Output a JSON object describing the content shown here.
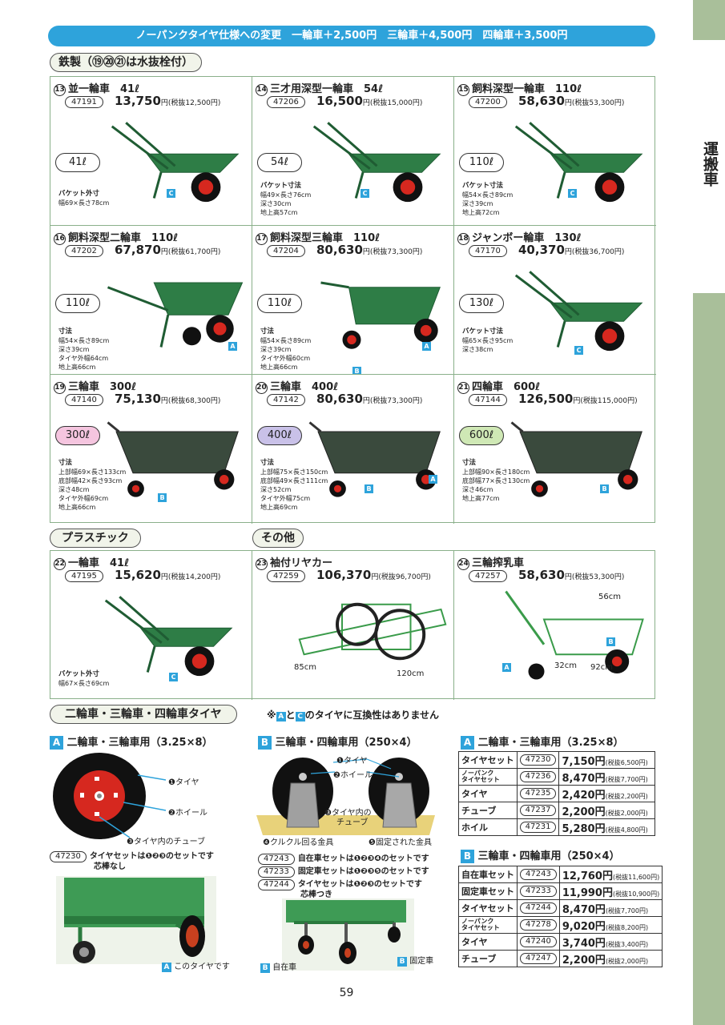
{
  "side": {
    "label": "運搬車"
  },
  "banner": "ノーパンクタイヤ仕様への変更　一輪車＋2,500円　三輪車＋4,500円　四輪車＋3,500円",
  "sections": {
    "steel": "鉄製（⑲⑳㉑は水抜栓付）",
    "plastic": "プラスチック",
    "other": "その他"
  },
  "products": [
    {
      "num": "13",
      "name": "並一輪車　41ℓ",
      "code": "47191",
      "price": "13,750",
      "tax": "(税抜12,500円)",
      "cap": "41ℓ",
      "dims_title": "バケット外寸",
      "dims": [
        "幅69×長さ78cm"
      ],
      "tags": [
        "C"
      ]
    },
    {
      "num": "14",
      "name": "三才用深型一輪車　54ℓ",
      "code": "47206",
      "price": "16,500",
      "tax": "(税抜15,000円)",
      "cap": "54ℓ",
      "dims_title": "バケット寸法",
      "dims": [
        "幅49×長さ76cm",
        "深さ30cm",
        "地上高57cm"
      ],
      "tags": [
        "C"
      ]
    },
    {
      "num": "15",
      "name": "飼料深型一輪車　110ℓ",
      "code": "47200",
      "price": "58,630",
      "tax": "(税抜53,300円)",
      "cap": "110ℓ",
      "dims_title": "バケット寸法",
      "dims": [
        "幅54×長さ89cm",
        "深さ39cm",
        "地上高72cm"
      ],
      "tags": [
        "C"
      ]
    },
    {
      "num": "16",
      "name": "飼料深型二輪車　110ℓ",
      "code": "47202",
      "price": "67,870",
      "tax": "(税抜61,700円)",
      "cap": "110ℓ",
      "dims_title": "寸法",
      "dims": [
        "幅54×長さ89cm",
        "深さ39cm",
        "タイヤ外幅64cm",
        "地上高66cm"
      ],
      "tags": [
        "A"
      ]
    },
    {
      "num": "17",
      "name": "飼料深型三輪車　110ℓ",
      "code": "47204",
      "price": "80,630",
      "tax": "(税抜73,300円)",
      "cap": "110ℓ",
      "dims_title": "寸法",
      "dims": [
        "幅54×長さ89cm",
        "深さ39cm",
        "タイヤ外幅60cm",
        "地上高66cm"
      ],
      "tags": [
        "A",
        "B"
      ]
    },
    {
      "num": "18",
      "name": "ジャンボー輪車　130ℓ",
      "code": "47170",
      "price": "40,370",
      "tax": "(税抜36,700円)",
      "cap": "130ℓ",
      "dims_title": "バケット寸法",
      "dims": [
        "幅65×長さ95cm",
        "深さ38cm"
      ],
      "tags": [
        "C"
      ]
    },
    {
      "num": "19",
      "name": "三輪車　300ℓ",
      "code": "47140",
      "price": "75,130",
      "tax": "(税抜68,300円)",
      "cap": "300ℓ",
      "dims_title": "寸法",
      "dims": [
        "上部幅69×長さ133cm",
        "底部幅42×長さ93cm",
        "深さ48cm",
        "タイヤ外幅69cm",
        "地上高66cm"
      ],
      "tags": [
        "B"
      ]
    },
    {
      "num": "20",
      "name": "三輪車　400ℓ",
      "code": "47142",
      "price": "80,630",
      "tax": "(税抜73,300円)",
      "cap": "400ℓ",
      "dims_title": "寸法",
      "dims": [
        "上部幅75×長さ150cm",
        "底部幅49×長さ111cm",
        "深さ52cm",
        "タイヤ外幅75cm",
        "地上高69cm"
      ],
      "tags": [
        "A",
        "B"
      ]
    },
    {
      "num": "21",
      "name": "四輪車　600ℓ",
      "code": "47144",
      "price": "126,500",
      "tax": "(税抜115,000円)",
      "cap": "600ℓ",
      "dims_title": "寸法",
      "dims": [
        "上部幅90×長さ180cm",
        "底部幅77×長さ130cm",
        "深さ46cm",
        "地上高77cm"
      ],
      "tags": [
        "B"
      ]
    },
    {
      "num": "22",
      "name": "一輪車　41ℓ",
      "code": "47195",
      "price": "15,620",
      "tax": "(税抜14,200円)",
      "cap": "",
      "dims_title": "バケット外寸",
      "dims": [
        "幅67×長さ69cm"
      ],
      "tags": [
        "C"
      ]
    },
    {
      "num": "23",
      "name": "袖付リヤカー",
      "code": "47259",
      "price": "106,370",
      "tax": "(税抜96,700円)",
      "cap": "",
      "dims_title": "",
      "dims": [
        "85cm",
        "120cm"
      ],
      "tags": []
    },
    {
      "num": "24",
      "name": "三輪搾乳車",
      "code": "47257",
      "price": "58,630",
      "tax": "(税抜53,300円)",
      "cap": "",
      "dims_title": "",
      "dims": [
        "56cm",
        "32cm",
        "92cm"
      ],
      "tags": [
        "A",
        "B"
      ]
    }
  ],
  "tires": {
    "title": "二輪車・三輪車・四輪車タイヤ",
    "note_pre": "※",
    "note_and": "と",
    "note_post": "のタイヤに互換性はありません",
    "a_head": "二輪車・三輪車用（3.25×8）",
    "b_head": "三輪車・四輪車用（250×4）",
    "a_labels": [
      "❶タイヤ",
      "❷ホイール",
      "❸タイヤ内のチューブ"
    ],
    "b_labels": [
      "❶タイヤ",
      "❷ホイール",
      "❸タイヤ内の",
      "チューブ",
      "❹クルクル回る金具",
      "❺固定された金具"
    ],
    "a_set": {
      "code": "47230",
      "text": "タイヤセットは❶❷❸のセットです",
      "sub": "芯棒なし"
    },
    "b_sets": [
      {
        "code": "47243",
        "text": "自在車セットは❶❷❸❹のセットです"
      },
      {
        "code": "47233",
        "text": "固定車セットは❶❷❸❺のセットです"
      },
      {
        "code": "47244",
        "text": "タイヤセットは❶❷❸のセットです",
        "sub": "芯棒つき"
      }
    ],
    "a_photo_caption": "このタイヤです",
    "b_photo_left": "自在車",
    "b_photo_right": "固定車",
    "table_a_head": "二輪車・三輪車用（3.25×8）",
    "table_a": [
      {
        "name": "タイヤセット",
        "code": "47230",
        "price": "7,150円",
        "tax": "(税抜6,500円)"
      },
      {
        "name": "ノーパンク\nタイヤセット",
        "code": "47236",
        "price": "8,470円",
        "tax": "(税抜7,700円)"
      },
      {
        "name": "タイヤ",
        "code": "47235",
        "price": "2,420円",
        "tax": "(税抜2,200円)"
      },
      {
        "name": "チューブ",
        "code": "47237",
        "price": "2,200円",
        "tax": "(税抜2,000円)"
      },
      {
        "name": "ホイル",
        "code": "47231",
        "price": "5,280円",
        "tax": "(税抜4,800円)"
      }
    ],
    "table_b_head": "三輪車・四輪車用（250×4）",
    "table_b": [
      {
        "name": "自在車セット",
        "code": "47243",
        "price": "12,760円",
        "tax": "(税抜11,600円)"
      },
      {
        "name": "固定車セット",
        "code": "47233",
        "price": "11,990円",
        "tax": "(税抜10,900円)"
      },
      {
        "name": "タイヤセット",
        "code": "47244",
        "price": "8,470円",
        "tax": "(税抜7,700円)"
      },
      {
        "name": "ノーパンク\nタイヤセット",
        "code": "47278",
        "price": "9,020円",
        "tax": "(税抜8,200円)"
      },
      {
        "name": "タイヤ",
        "code": "47240",
        "price": "3,740円",
        "tax": "(税抜3,400円)"
      },
      {
        "name": "チューブ",
        "code": "47247",
        "price": "2,200円",
        "tax": "(税抜2,000円)"
      }
    ]
  },
  "page_number": "59",
  "colors": {
    "accent": "#2ea3db",
    "side": "#a9bf9a",
    "grid": "#8ab08a",
    "body_green": "#2e7d46",
    "wheel_red": "#d6281f"
  }
}
